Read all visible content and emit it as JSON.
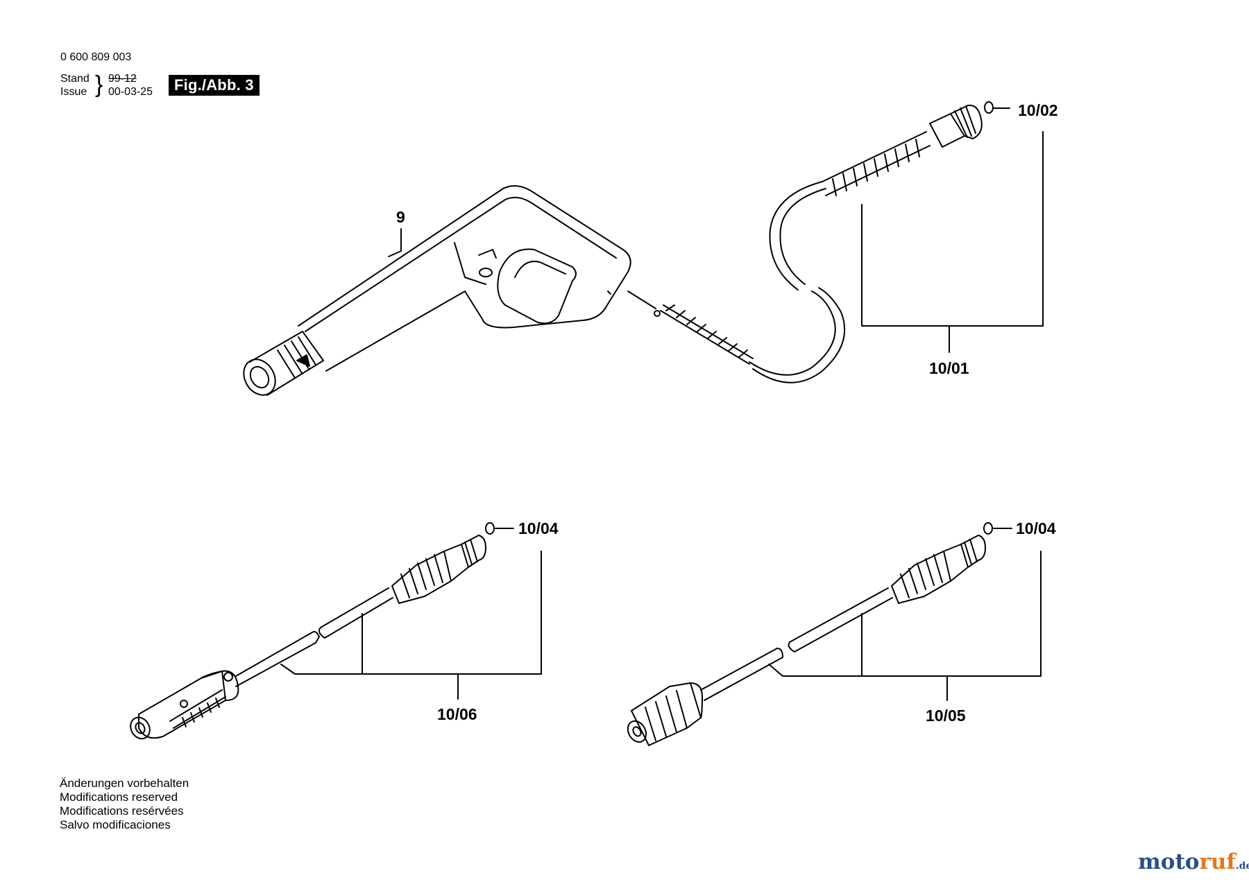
{
  "header": {
    "doc_number": "0 600 809 003",
    "stand_label": "Stand",
    "stand_date_struck": "99-12",
    "issue_label": "Issue",
    "issue_date": "00-03-25",
    "figure_label": "Fig./Abb. 3"
  },
  "callouts": {
    "gun": "9",
    "hose": "10/01",
    "hose_seal": "10/02",
    "lance_a_seal": "10/04",
    "lance_a": "10/06",
    "lance_b_seal": "10/04",
    "lance_b": "10/05"
  },
  "footer_notes": [
    "Änderungen vorbehalten",
    "Modifications reserved",
    "Modifications resérvées",
    "Salvo modificaciones"
  ],
  "watermark": {
    "part1": "moto",
    "part2": "ruf",
    "suffix": ".de"
  }
}
